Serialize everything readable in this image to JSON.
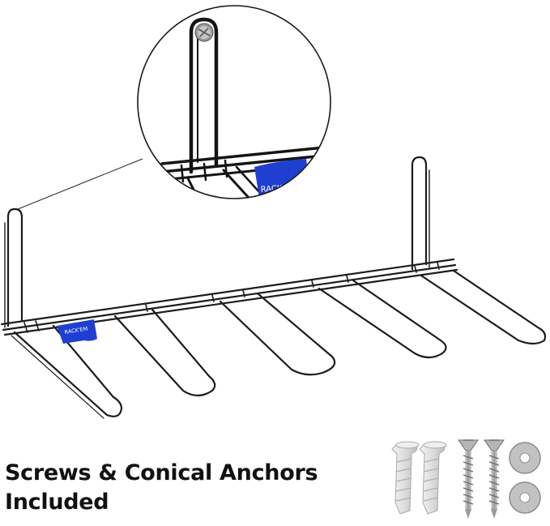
{
  "product": {
    "brand_label_text": "RACK'EM",
    "rack_color": "#1c1c1c",
    "label_color": "#1e3fd0"
  },
  "caption": {
    "line1": "Screws & Conical Anchors",
    "line2": "Included"
  },
  "hardware": {
    "anchor_count": 2,
    "screw_count": 2,
    "washer_count": 2,
    "anchor_color": "#e2e2e2",
    "washer_color": "#bdbdbd"
  }
}
